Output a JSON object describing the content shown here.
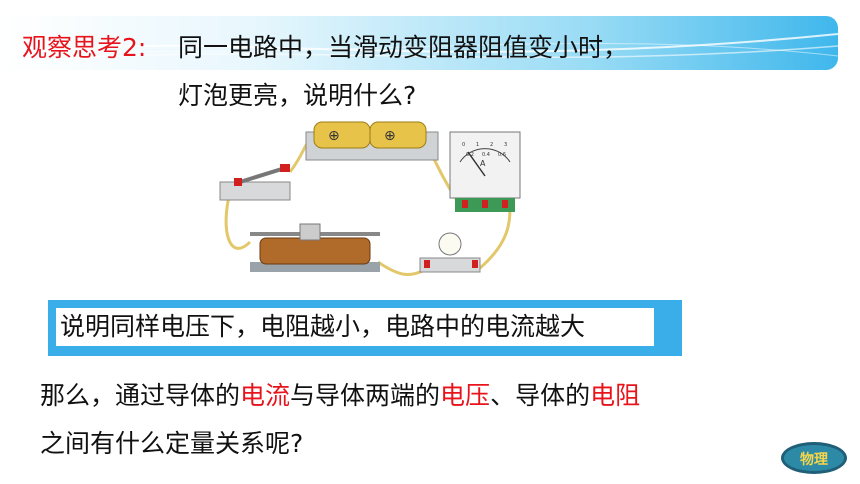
{
  "question": {
    "label": "观察思考2:",
    "line1": "同一电路中，当滑动变阻器阻值变小时，",
    "line2": "灯泡更亮，说明什么?"
  },
  "conclusion": "说明同样电压下，电阻越小，电路中的电流越大",
  "body": {
    "line1_part1": "那么，通过导体的",
    "term_current": "电流",
    "line1_part2": "与导体两端的",
    "term_voltage": "电压",
    "line1_part3": "、导体的",
    "term_resistance": "电阻",
    "line2": "之间有什么定量关系呢?"
  },
  "ammeter_scale": [
    "0",
    "1",
    "2",
    "3",
    "0.2",
    "0.4",
    "0.6"
  ],
  "ammeter_unit": "A",
  "badge": {
    "text": "物理"
  },
  "colors": {
    "accent_red": "#e8141c",
    "banner_blue": "#3fb7ec",
    "box_blue": "#3aaee8"
  }
}
